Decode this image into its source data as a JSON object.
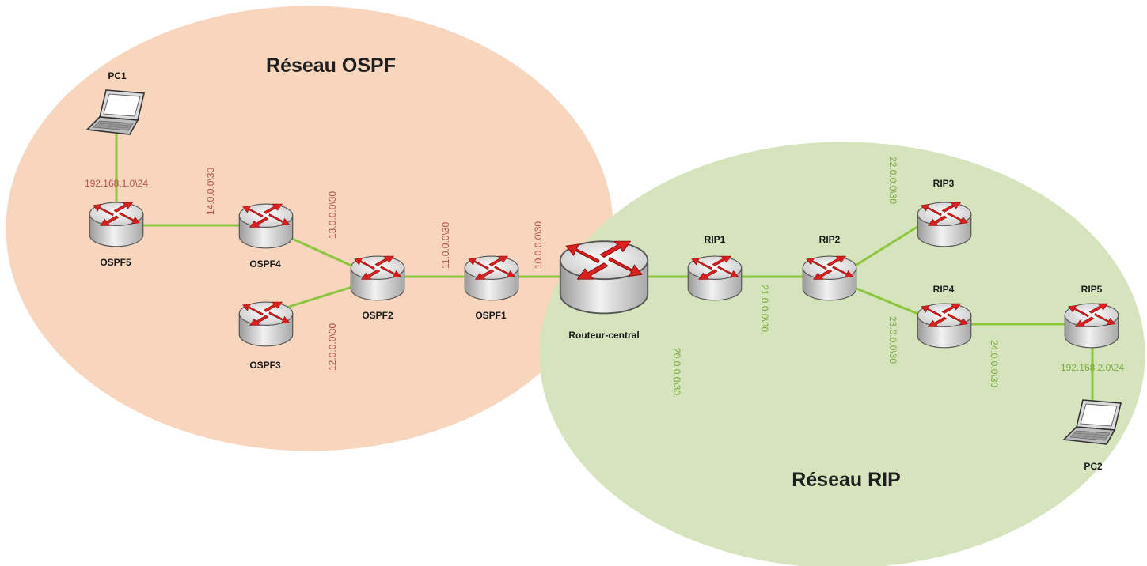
{
  "zones": {
    "ospf_title": "Réseau OSPF",
    "rip_title": "Réseau RIP",
    "ospf_color": "#f8d5bd",
    "rip_color": "#d5e4bd"
  },
  "link_color": "#8cc63f",
  "nodes": {
    "pc1": "PC1",
    "pc2": "PC2",
    "ospf1": "OSPF1",
    "ospf2": "OSPF2",
    "ospf3": "OSPF3",
    "ospf4": "OSPF4",
    "ospf5": "OSPF5",
    "central": "Routeur-central",
    "rip1": "RIP1",
    "rip2": "RIP2",
    "rip3": "RIP3",
    "rip4": "RIP4",
    "rip5": "RIP5"
  },
  "networks": {
    "lan_ospf": "192.168.1.0\\24",
    "lan_rip": "192.168.2.0\\24",
    "n10": "10.0.0.0\\30",
    "n11": "11.0.0.0\\30",
    "n12": "12.0.0.0\\30",
    "n13": "13.0.0.0\\30",
    "n14": "14.0.0.0\\30",
    "n20": "20.0.0.0\\30",
    "n21": "21.0.0.0\\30",
    "n22": "22.0.0.0\\30",
    "n23": "23.0.0.0\\30",
    "n24": "24.0.0.0\\30"
  }
}
